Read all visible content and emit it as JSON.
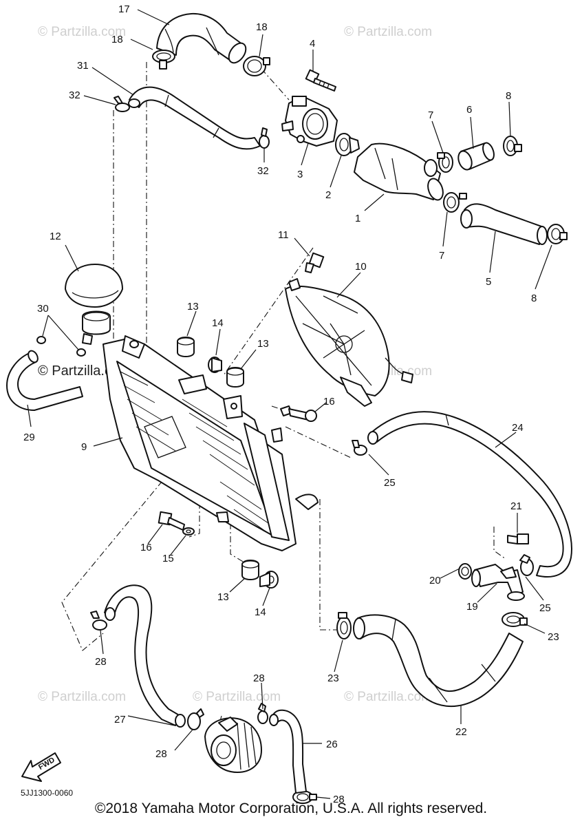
{
  "diagram": {
    "watermarks": [
      "© Partzilla.com",
      "© Partzilla.com",
      "© Partzilla.com",
      "© Partzilla.com",
      "© Partzilla.com",
      "© Partzilla.com",
      "© Partzilla.com"
    ],
    "diagram_code": "5JJ1300-0060",
    "fwd_label": "FWD",
    "callouts": [
      {
        "id": "c17",
        "text": "17"
      },
      {
        "id": "c18a",
        "text": "18"
      },
      {
        "id": "c18b",
        "text": "18"
      },
      {
        "id": "c4",
        "text": "4"
      },
      {
        "id": "c31",
        "text": "31"
      },
      {
        "id": "c32a",
        "text": "32"
      },
      {
        "id": "c32b",
        "text": "32"
      },
      {
        "id": "c3",
        "text": "3"
      },
      {
        "id": "c2",
        "text": "2"
      },
      {
        "id": "c7a",
        "text": "7"
      },
      {
        "id": "c6",
        "text": "6"
      },
      {
        "id": "c8a",
        "text": "8"
      },
      {
        "id": "c1",
        "text": "1"
      },
      {
        "id": "c7b",
        "text": "7"
      },
      {
        "id": "c5",
        "text": "5"
      },
      {
        "id": "c8b",
        "text": "8"
      },
      {
        "id": "c12",
        "text": "12"
      },
      {
        "id": "c11",
        "text": "11"
      },
      {
        "id": "c10",
        "text": "10"
      },
      {
        "id": "c13a",
        "text": "13"
      },
      {
        "id": "c30",
        "text": "30"
      },
      {
        "id": "c14a",
        "text": "14"
      },
      {
        "id": "c13b",
        "text": "13"
      },
      {
        "id": "c29",
        "text": "29"
      },
      {
        "id": "c16a",
        "text": "16"
      },
      {
        "id": "c24",
        "text": "24"
      },
      {
        "id": "c9",
        "text": "9"
      },
      {
        "id": "c25a",
        "text": "25"
      },
      {
        "id": "c21",
        "text": "21"
      },
      {
        "id": "c16b",
        "text": "16"
      },
      {
        "id": "c15",
        "text": "15"
      },
      {
        "id": "c20",
        "text": "20"
      },
      {
        "id": "c19",
        "text": "19"
      },
      {
        "id": "c25b",
        "text": "25"
      },
      {
        "id": "c13c",
        "text": "13"
      },
      {
        "id": "c14b",
        "text": "14"
      },
      {
        "id": "c23a",
        "text": "23"
      },
      {
        "id": "c28a",
        "text": "28"
      },
      {
        "id": "c23b",
        "text": "23"
      },
      {
        "id": "c28b",
        "text": "28"
      },
      {
        "id": "c27",
        "text": "27"
      },
      {
        "id": "c22",
        "text": "22"
      },
      {
        "id": "c26",
        "text": "26"
      },
      {
        "id": "c28c",
        "text": "28"
      },
      {
        "id": "c28d",
        "text": "28"
      }
    ]
  },
  "footer": {
    "copyright": "©2018 Yamaha Motor Corporation, U.S.A. All rights reserved."
  }
}
